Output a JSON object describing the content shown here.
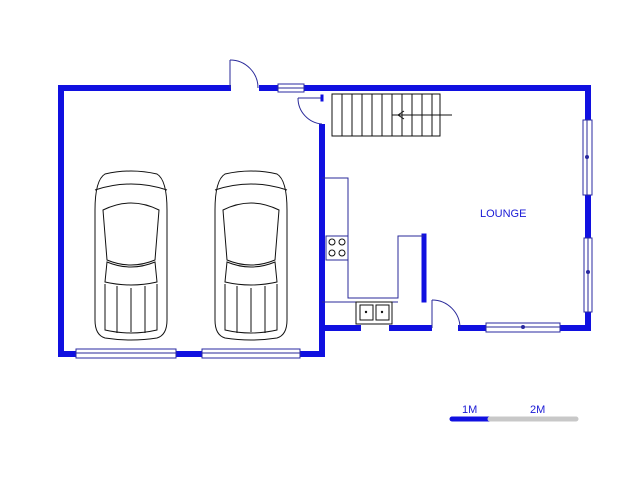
{
  "rooms": {
    "lounge_label": "LOUNGE"
  },
  "scale_bar": {
    "label_1": "1M",
    "label_2": "2M"
  },
  "colors": {
    "wall": "#1010e0",
    "scale_dark": "#1010e0",
    "scale_light": "#c8c8c8"
  }
}
